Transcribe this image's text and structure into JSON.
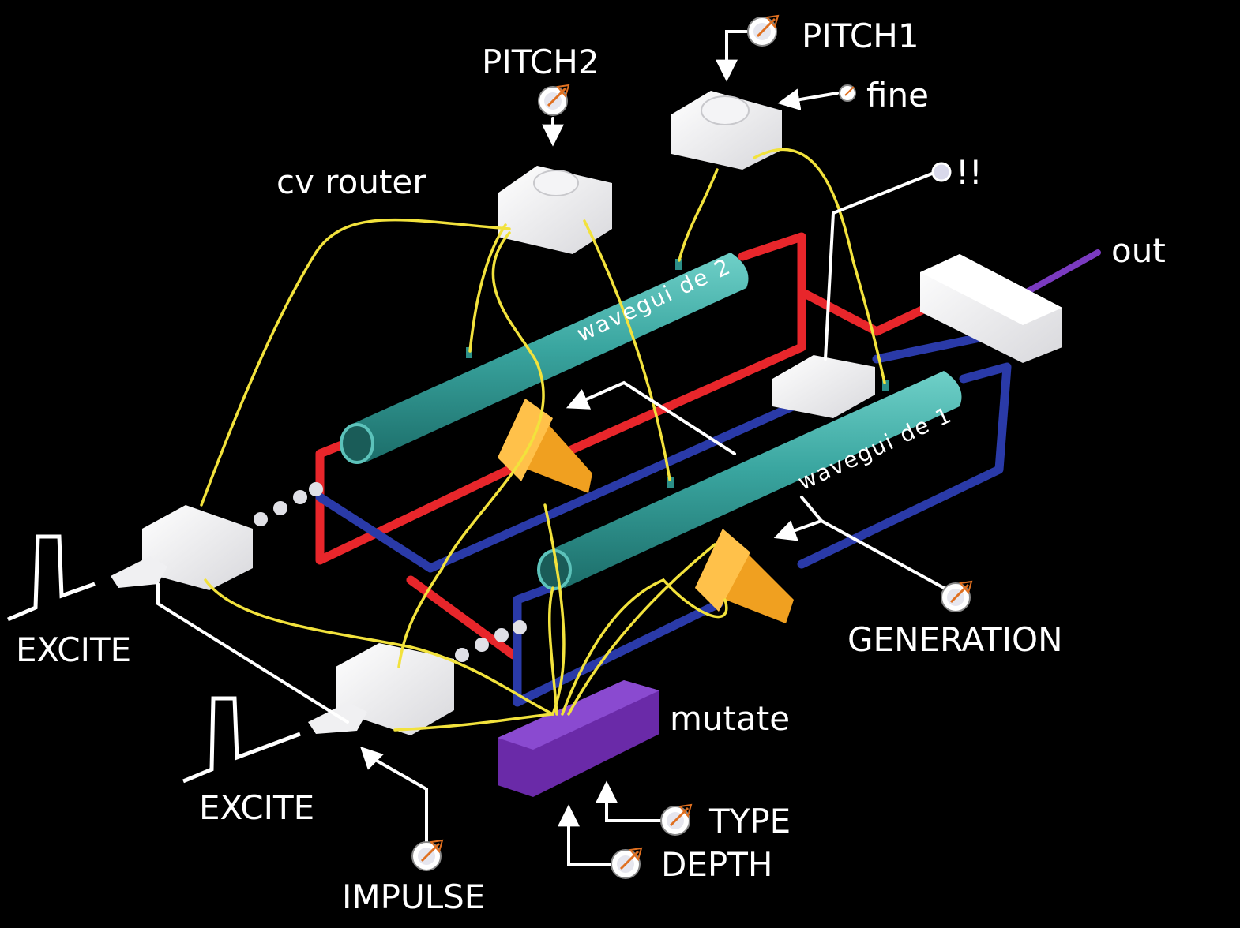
{
  "labels": {
    "pitch1": "PITCH1",
    "pitch2": "PITCH2",
    "fine": "fine",
    "bang": "!!",
    "cv_router": "cv router",
    "out": "out",
    "waveguide2": "wavegui de  2",
    "waveguide1": "wavegui de  1",
    "excite_top": "EXCITE",
    "excite_bottom": "EXCITE",
    "generation": "GENERATION",
    "mutate": "mutate",
    "type": "TYPE",
    "depth": "DEPTH",
    "impulse": "IMPULSE"
  },
  "colors": {
    "background": "#000000",
    "waveguide": "#3aa6a0",
    "red_wire": "#e8262b",
    "blue_wire": "#2a3aa8",
    "yellow_wire": "#f2e23c",
    "amplifier": "#f0a020",
    "mutate_block": "#6a2aa8",
    "knob_pointer": "#e07020"
  },
  "icons": [
    "knob-icon",
    "pulse-icon",
    "arrow-icon"
  ]
}
